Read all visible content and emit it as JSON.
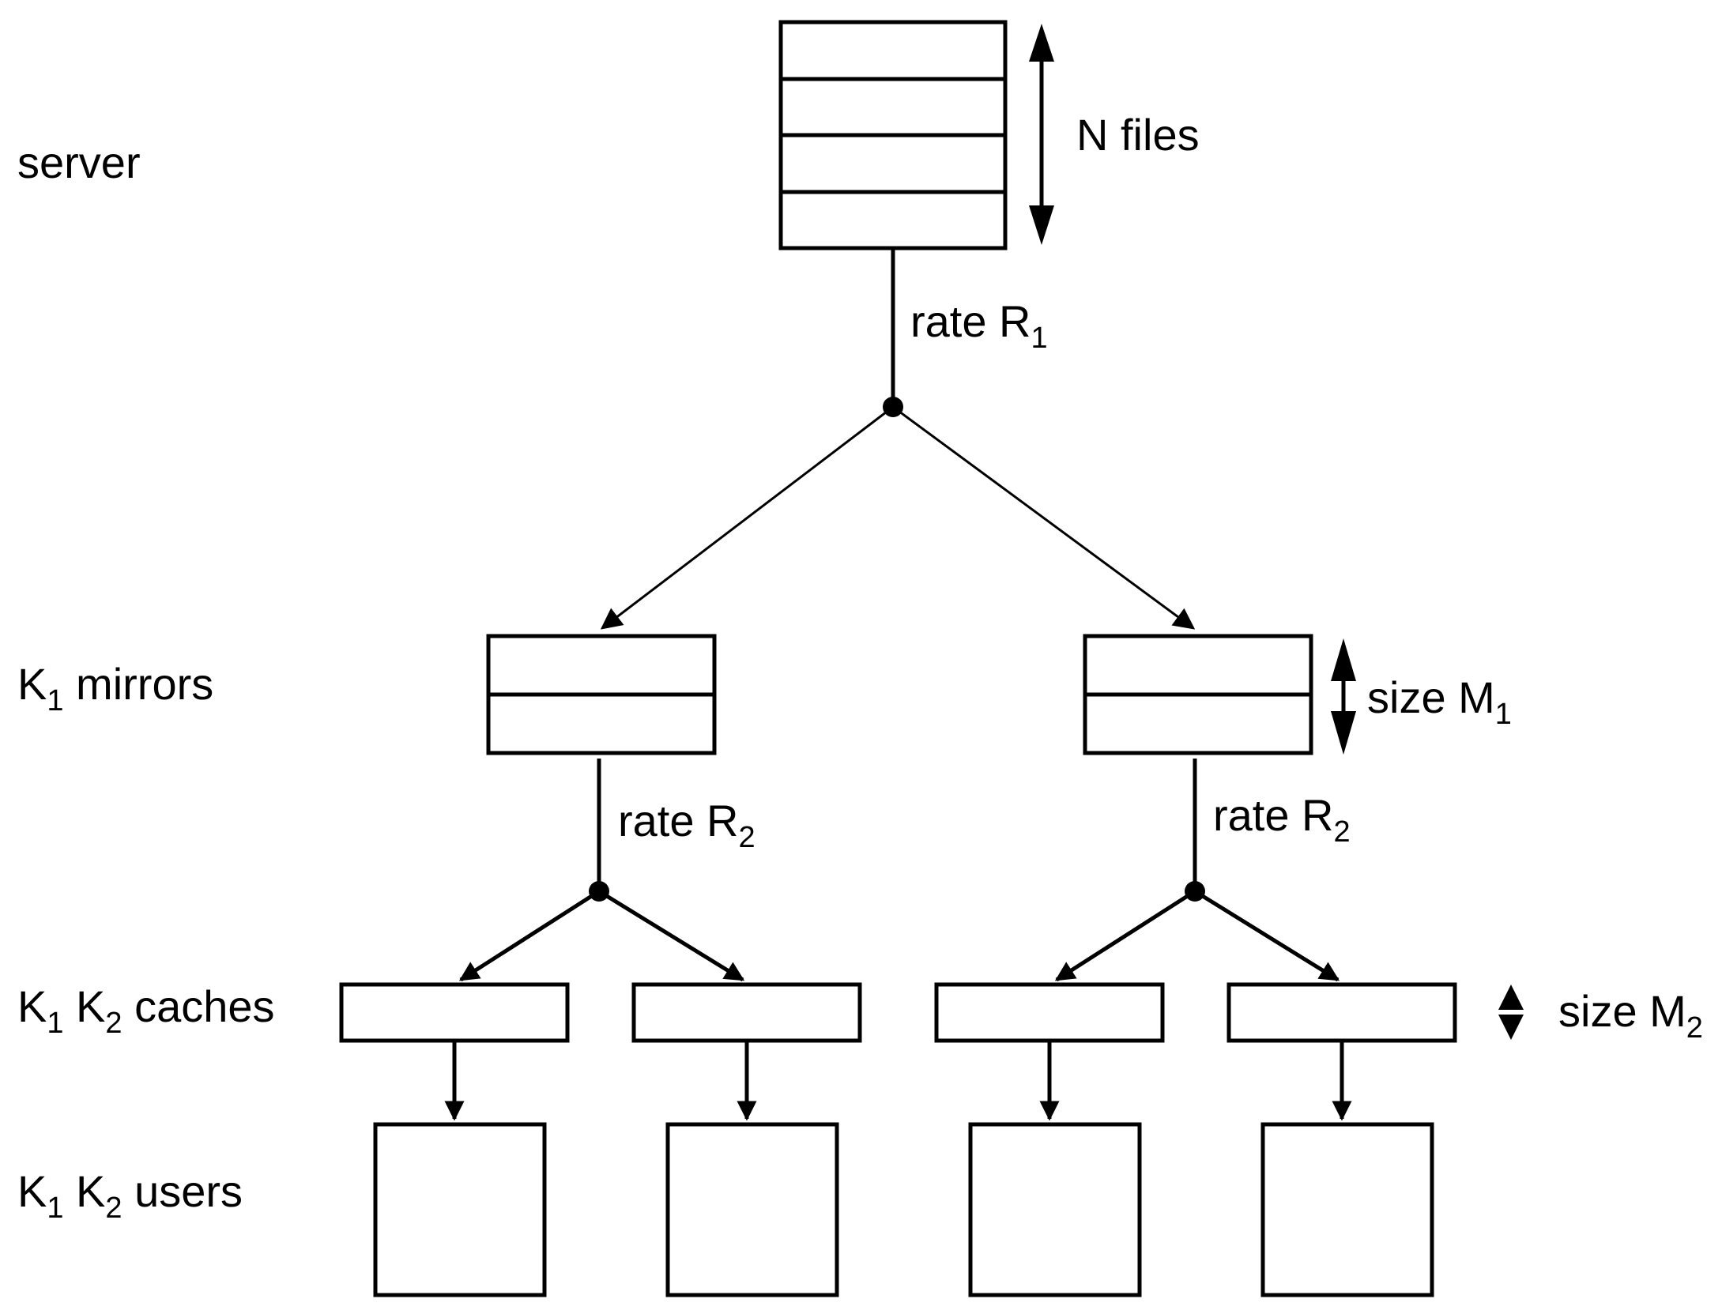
{
  "levels": {
    "server": "server",
    "mirrors": {
      "k1": "K",
      "k1_sub": "1",
      "text": " mirrors"
    },
    "caches": {
      "k1": "K",
      "k1_sub": "1",
      "k2": " K",
      "k2_sub": "2",
      "text": " caches"
    },
    "users": {
      "k1": "K",
      "k1_sub": "1",
      "k2": " K",
      "k2_sub": "2",
      "text": " users"
    }
  },
  "annotations": {
    "n_files": "N files",
    "rate_r1": {
      "base": "rate R",
      "sub": "1"
    },
    "rate_r2_left": {
      "base": "rate R",
      "sub": "2"
    },
    "rate_r2_right": {
      "base": "rate R",
      "sub": "2"
    },
    "size_m1": {
      "base": "size M",
      "sub": "1"
    },
    "size_m2": {
      "base": "size M",
      "sub": "2"
    }
  }
}
